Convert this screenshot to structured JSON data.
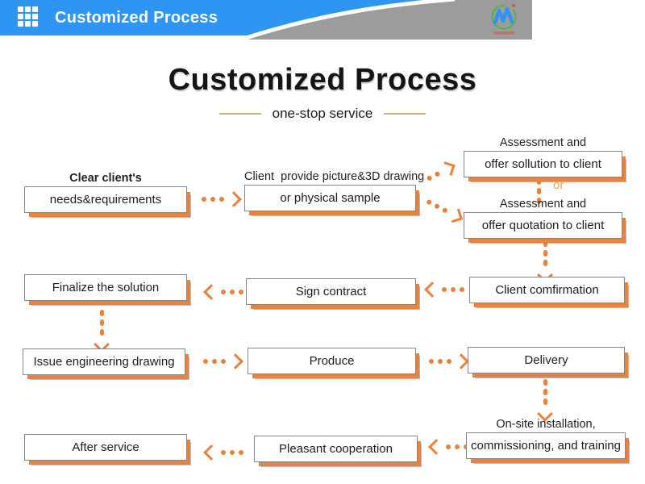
{
  "colors": {
    "accent_orange": "#E8813C",
    "header_blue": "#2E96F2",
    "swoosh_gray": "#9C9C9C"
  },
  "header": {
    "title": "Customized Process"
  },
  "hero": {
    "title": "Customized Process",
    "subtitle": "one-stop service"
  },
  "flow": {
    "or_label": "or",
    "nodes": [
      {
        "above": "Clear client's",
        "label": "needs&requirements"
      },
      {
        "above": "Client  provide picture&3D drawing",
        "label": "or physical sample"
      },
      {
        "above": "Assessment and",
        "label": "offer sollution to client"
      },
      {
        "above": "Assessment and",
        "label": "offer quotation to client"
      },
      {
        "label": "Client comfirmation"
      },
      {
        "label": "Sign contract"
      },
      {
        "label": "Finalize the solution"
      },
      {
        "label": "Issue engineering drawing"
      },
      {
        "label": "Produce"
      },
      {
        "label": "Delivery"
      },
      {
        "above": "On-site installation,",
        "label": "commissioning, and training"
      },
      {
        "label": "Pleasant cooperation"
      },
      {
        "label": "After service"
      }
    ]
  }
}
